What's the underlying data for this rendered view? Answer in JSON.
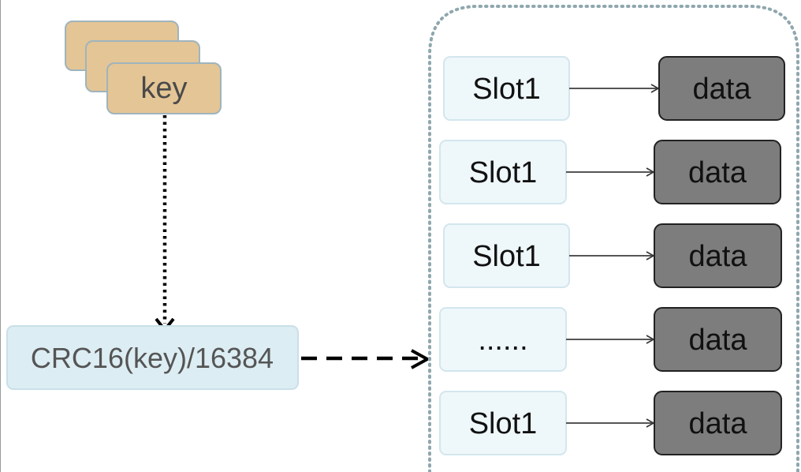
{
  "key_stack": {
    "label": "key"
  },
  "hash_box": {
    "label": "CRC16(key)/16384"
  },
  "slots": [
    {
      "label": "Slot1",
      "data_label": "data"
    },
    {
      "label": "Slot1",
      "data_label": "data"
    },
    {
      "label": "Slot1",
      "data_label": "data"
    },
    {
      "label": "......",
      "data_label": "data"
    },
    {
      "label": "Slot1",
      "data_label": "data"
    }
  ],
  "colors": {
    "key_fill": "#e4c595",
    "key_stroke": "#9fb4bd",
    "slot_fill": "#eef7fa",
    "slot_stroke": "#d3e6ee",
    "hash_fill": "#dcedf3",
    "data_fill": "#7d7d7d",
    "data_stroke": "#222222",
    "container_stroke": "#8fa7ae",
    "arrow": "#000000"
  }
}
